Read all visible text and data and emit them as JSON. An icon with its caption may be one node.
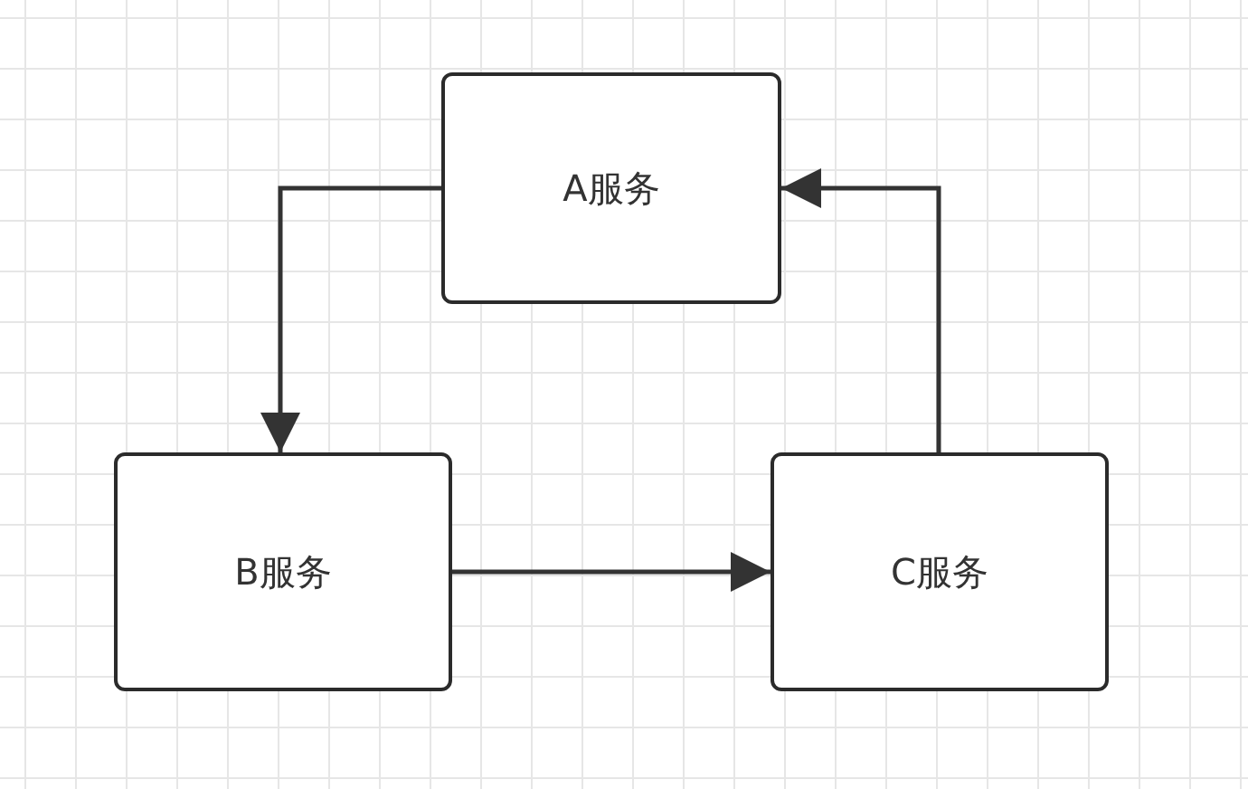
{
  "diagram": {
    "nodes": [
      {
        "text": [
          "A服务"
        ]
      },
      {
        "text": [
          "B服务"
        ]
      },
      {
        "text": [
          "C服务"
        ]
      }
    ],
    "edges": [
      {
        "from": 0,
        "to": 1,
        "arrow": "to"
      },
      {
        "from": 1,
        "to": 2,
        "arrow": "to"
      },
      {
        "from": 2,
        "to": 0,
        "arrow": "to"
      }
    ]
  }
}
